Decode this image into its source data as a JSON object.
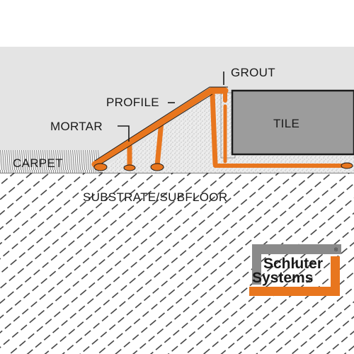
{
  "labels": {
    "grout": "GROUT",
    "profile": "PROFILE",
    "mortar": "MORTAR",
    "tile": "TILE",
    "carpet": "CARPET",
    "substrate": "SUBSTRATE/SUBFLOOR"
  },
  "logo": {
    "line1": "Schluter",
    "line2": "Systems",
    "registered": "®"
  },
  "colors": {
    "profile": "#e8761e",
    "tile": "#9c9c9c",
    "background": "#e4e4e4",
    "logo_accent": "#e8761e",
    "logo_gray": "#8a8a8a"
  }
}
